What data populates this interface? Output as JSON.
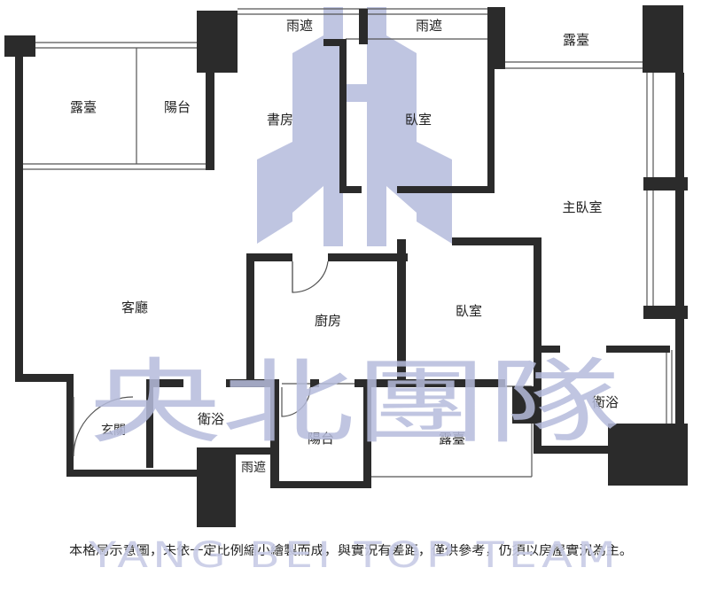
{
  "rooms": {
    "terrace_left": "露臺",
    "balcony_top": "陽台",
    "study": "書房",
    "rain_cover_1": "雨遮",
    "rain_cover_2": "雨遮",
    "bedroom_top": "臥室",
    "terrace_top_right": "露臺",
    "master_bedroom": "主臥室",
    "living_room": "客廳",
    "kitchen": "廚房",
    "bedroom_middle": "臥室",
    "bathroom_left": "衛浴",
    "entrance": "玄關",
    "balcony_bottom": "陽台",
    "terrace_bottom": "露臺",
    "bathroom_right": "衛浴",
    "rain_cover_bottom": "雨遮"
  },
  "watermark": {
    "chinese": "央北團隊",
    "english": "YANG BEI TOP TEAM"
  },
  "disclaimer": "本格局示意圖，未依一定比例縮小繪製而成，與實況有差距，僅供參考，仍須以房屋實況為主。",
  "colors": {
    "wall": "#2b2b2b",
    "watermark": "#b6bcdc",
    "background": "#ffffff"
  }
}
